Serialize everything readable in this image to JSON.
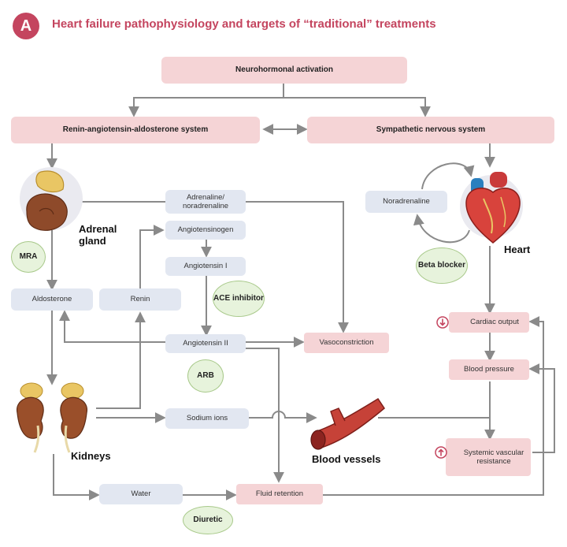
{
  "panel_letter": "A",
  "title": "Heart failure pathophysiology and targets of “traditional” treatments",
  "boxes": {
    "neurohormonal": "Neurohormonal activation",
    "raas": "Renin-angiotensin-aldosterone system",
    "sns": "Sympathetic nervous system",
    "adrenaline": "Adrenaline/ noradrenaline",
    "angiotensinogen": "Angiotensinogen",
    "angiotensin1": "Angiotensin I",
    "angiotensin2": "Angiotensin II",
    "aldosterone": "Aldosterone",
    "renin": "Renin",
    "noradrenaline": "Noradrenaline",
    "vasoconstriction": "Vasoconstriction",
    "cardiac_output": "Cardiac output",
    "blood_pressure": "Blood pressure",
    "sodium": "Sodium ions",
    "svr": "Systemic vascular resistance",
    "water": "Water",
    "fluid": "Fluid retention"
  },
  "drugs": {
    "mra": "MRA",
    "ace": "ACE inhibitor",
    "arb": "ARB",
    "beta": "Beta blocker",
    "diuretic": "Diuretic"
  },
  "organs": {
    "adrenal": "Adrenal gland",
    "heart": "Heart",
    "kidneys": "Kidneys",
    "vessels": "Blood vessels"
  },
  "colors": {
    "accent": "#c4455f",
    "pink_box": "#f5d4d6",
    "blue_box": "#e2e7f1",
    "drug_fill": "#e7f3dc",
    "arrow": "#8a8a8a"
  }
}
